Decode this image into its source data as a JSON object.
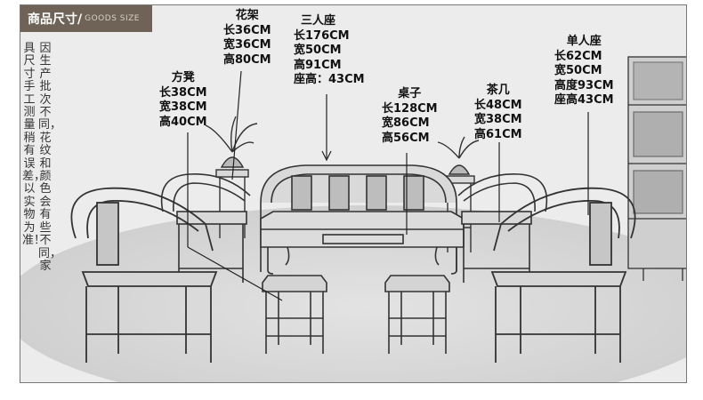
{
  "header": {
    "title": "商品尺寸/",
    "subtitle": "GOODS SIZE"
  },
  "note": {
    "lines": [
      "因生产批次不同，花纹和颜色会有些不同，家",
      "具尺寸手工测量稍有误差，以实物为准！"
    ]
  },
  "items": {
    "huajia": {
      "name": "花架",
      "dims": [
        "长36CM",
        "宽36CM",
        "高80CM"
      ]
    },
    "sanrenzuo": {
      "name": "三人座",
      "dims": [
        "长176CM",
        "宽50CM",
        "高91CM",
        "座高：43CM"
      ]
    },
    "fangdeng": {
      "name": "方凳",
      "dims": [
        "长38CM",
        "宽38CM",
        "高40CM"
      ]
    },
    "zhuozi": {
      "name": "桌子",
      "dims": [
        "长128CM",
        "宽86CM",
        "高56CM"
      ]
    },
    "chaji": {
      "name": "茶几",
      "dims": [
        "长48CM",
        "宽38CM",
        "高61CM"
      ]
    },
    "danrenzuo": {
      "name": "单人座",
      "dims": [
        "长62CM",
        "宽50CM",
        "高度93CM",
        "座高43CM"
      ]
    }
  },
  "colors": {
    "header_bg": "#6f6358",
    "frame_bg": "#e9e9e9",
    "line": "#222222"
  }
}
